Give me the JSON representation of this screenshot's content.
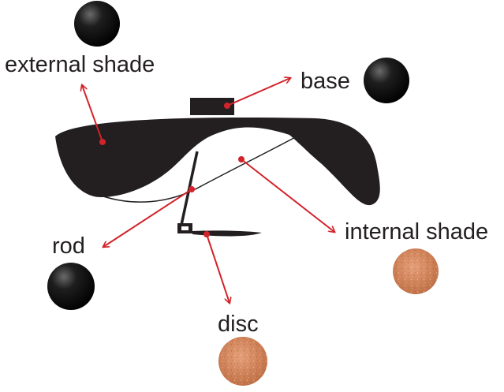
{
  "labels": {
    "external_shade": "external shade",
    "base": "base",
    "rod": "rod",
    "internal_shade": "internal shade",
    "disc": "disc"
  },
  "colors": {
    "silhouette": "#231f20",
    "arrow": "#d2232a",
    "swatch_dark": "#111111",
    "swatch_copper": "#cd7f55"
  }
}
